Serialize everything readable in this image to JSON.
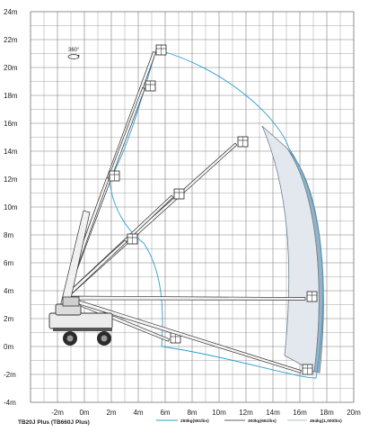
{
  "diagram": {
    "model_label": "TB20J Plus (TB660J Plus)",
    "rotation_label": "360°",
    "y_axis": {
      "ticks": [
        {
          "value": 24,
          "label": "24m"
        },
        {
          "value": 22,
          "label": "22m"
        },
        {
          "value": 20,
          "label": "20m"
        },
        {
          "value": 18,
          "label": "18m"
        },
        {
          "value": 16,
          "label": "16m"
        },
        {
          "value": 14,
          "label": "14m"
        },
        {
          "value": 12,
          "label": "12m"
        },
        {
          "value": 10,
          "label": "10m"
        },
        {
          "value": 8,
          "label": "8m"
        },
        {
          "value": 6,
          "label": "6m"
        },
        {
          "value": 4,
          "label": "4m"
        },
        {
          "value": 2,
          "label": "2m"
        },
        {
          "value": 0,
          "label": "0m"
        },
        {
          "value": -2,
          "label": "-2m"
        },
        {
          "value": -4,
          "label": "-4m"
        }
      ]
    },
    "x_axis": {
      "ticks": [
        {
          "value": -2,
          "label": "-2m"
        },
        {
          "value": 0,
          "label": "0m"
        },
        {
          "value": 2,
          "label": "2m"
        },
        {
          "value": 4,
          "label": "4m"
        },
        {
          "value": 6,
          "label": "6m"
        },
        {
          "value": 8,
          "label": "8m"
        },
        {
          "value": 10,
          "label": "10m"
        },
        {
          "value": 12,
          "label": "12m"
        },
        {
          "value": 14,
          "label": "14m"
        },
        {
          "value": 16,
          "label": "16m"
        },
        {
          "value": 18,
          "label": "18m"
        },
        {
          "value": 20,
          "label": "20m"
        }
      ]
    },
    "legend": [
      {
        "label": "250kg(551lbs)",
        "color": "#2a9fd6"
      },
      {
        "label": "300kg(661lbs)",
        "color": "#5a6670"
      },
      {
        "label": "454kg(1,000lbs)",
        "color": "#b9bec3"
      }
    ],
    "colors": {
      "envelope_250": "#2a9fd6",
      "zone_300": "#e3e8ee",
      "zone_454": "#9eb0c0",
      "boom": "#f4f4f4",
      "boom_outline": "#333333",
      "grid": "#7c7c7c"
    }
  }
}
